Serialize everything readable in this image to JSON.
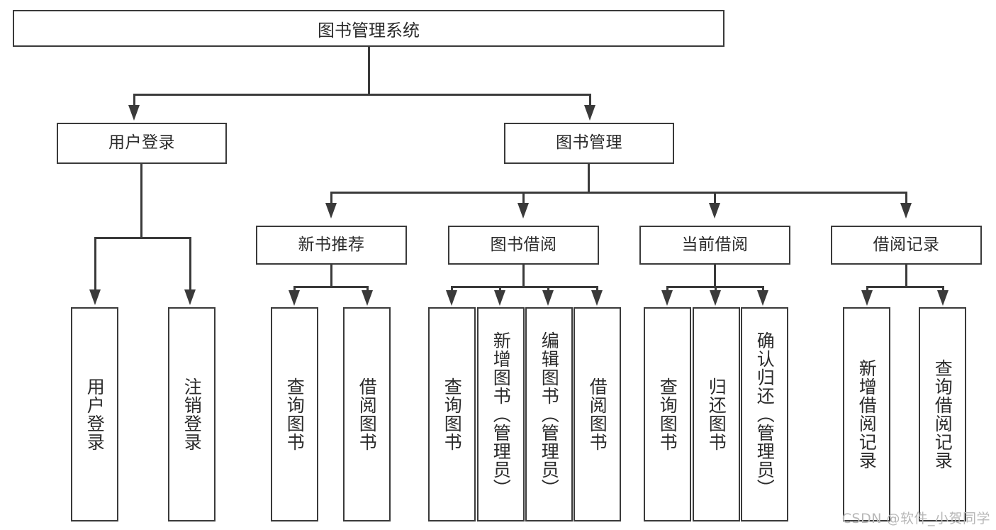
{
  "diagram": {
    "title": "图书管理系统",
    "watermark": "CSDN @软件_小贺同学",
    "root": {
      "label": "图书管理系统"
    },
    "level1": [
      {
        "label": "用户登录"
      },
      {
        "label": "图书管理"
      }
    ],
    "level2": [
      {
        "label": "新书推荐"
      },
      {
        "label": "图书借阅"
      },
      {
        "label": "当前借阅"
      },
      {
        "label": "借阅记录"
      }
    ],
    "leaves": {
      "user_login": [
        {
          "label": "用户登录"
        },
        {
          "label": "注销登录"
        }
      ],
      "new_book_recommend": [
        {
          "label": "查询图书"
        },
        {
          "label": "借阅图书"
        }
      ],
      "book_borrow": [
        {
          "label": "查询图书"
        },
        {
          "label": "新增图书（管理员）"
        },
        {
          "label": "编辑图书（管理员）"
        },
        {
          "label": "借阅图书"
        }
      ],
      "current_borrow": [
        {
          "label": "查询图书"
        },
        {
          "label": "归还图书"
        },
        {
          "label": "确认归还（管理员）"
        }
      ],
      "borrow_record": [
        {
          "label": "新增借阅记录"
        },
        {
          "label": "查询借阅记录"
        }
      ]
    },
    "colors": {
      "stroke": "#3a3a3a",
      "text": "#2b2b2b",
      "background": "#ffffff",
      "watermark": "#b8b8b8"
    }
  }
}
